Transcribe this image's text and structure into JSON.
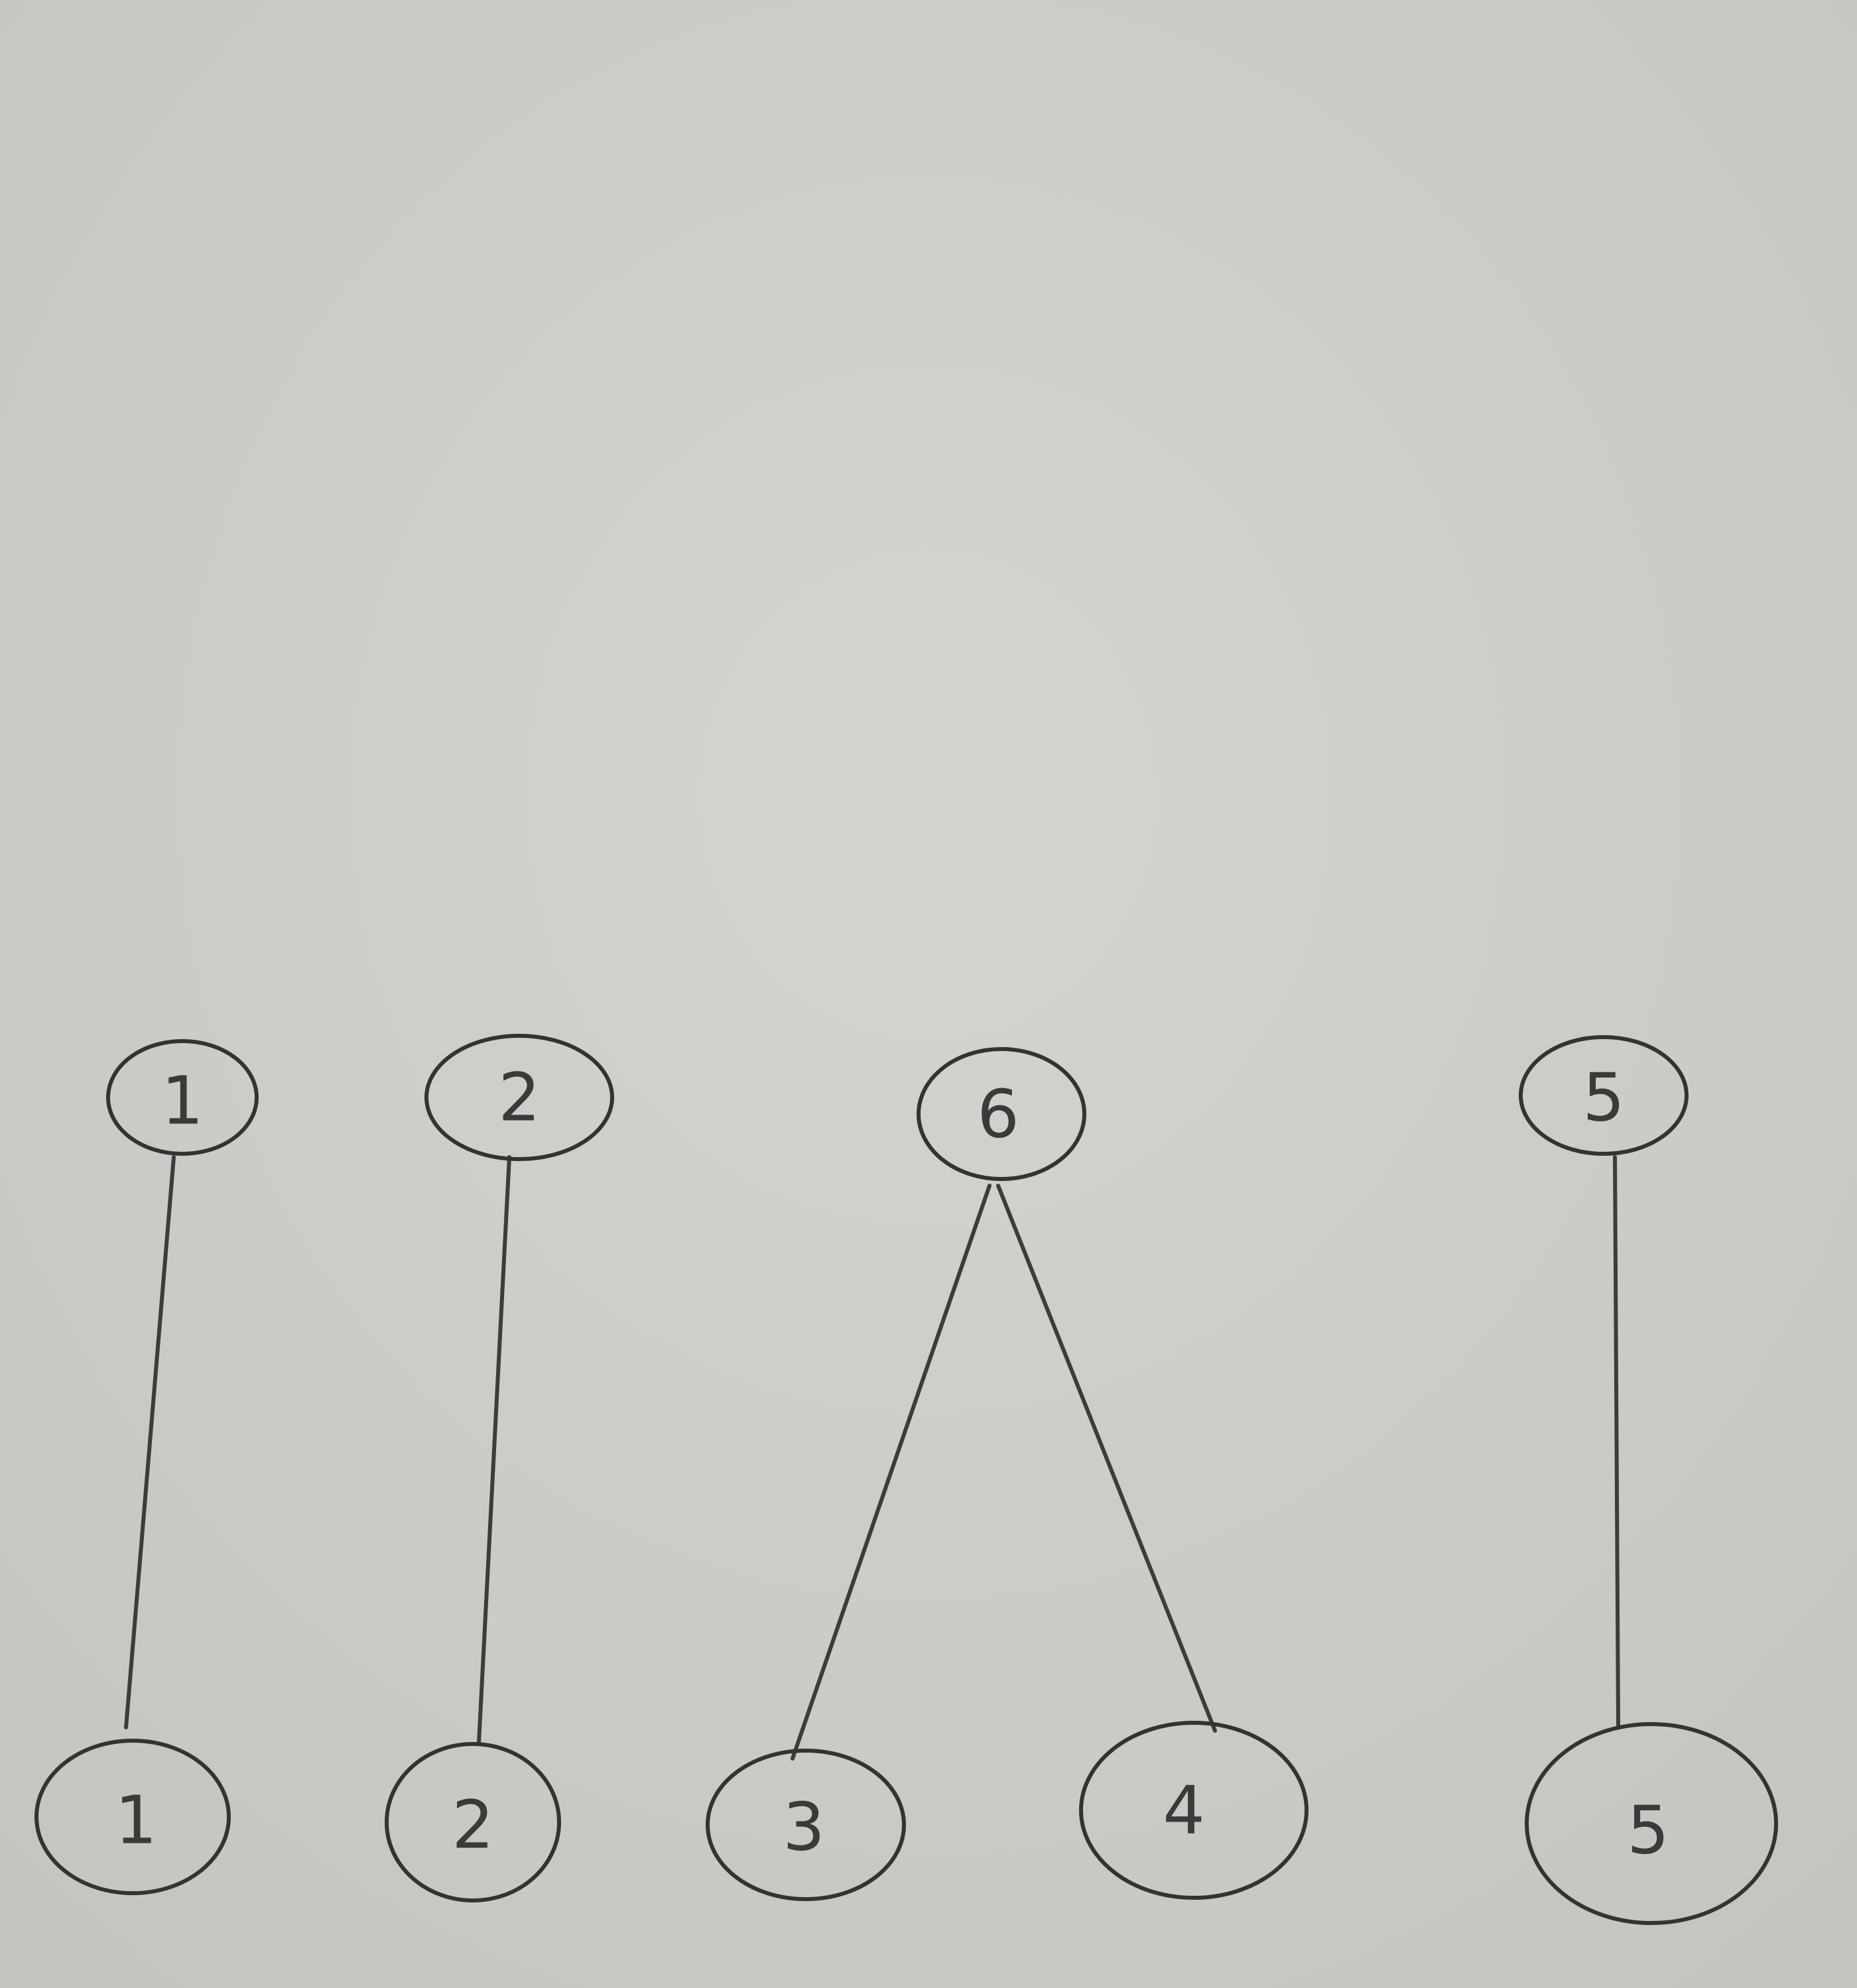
{
  "diagram": {
    "top_nodes": [
      {
        "id": "top-1",
        "label": "1"
      },
      {
        "id": "top-2",
        "label": "2"
      },
      {
        "id": "top-6",
        "label": "6"
      },
      {
        "id": "top-5",
        "label": "5"
      }
    ],
    "bottom_nodes": [
      {
        "id": "bottom-1",
        "label": "1"
      },
      {
        "id": "bottom-2",
        "label": "2"
      },
      {
        "id": "bottom-3",
        "label": "3"
      },
      {
        "id": "bottom-4",
        "label": "4"
      },
      {
        "id": "bottom-5",
        "label": "5"
      }
    ],
    "edges": [
      {
        "from": "bottom-1",
        "to": "top-1"
      },
      {
        "from": "bottom-2",
        "to": "top-2"
      },
      {
        "from": "bottom-3",
        "to": "top-6"
      },
      {
        "from": "bottom-4",
        "to": "top-6"
      },
      {
        "from": "bottom-5",
        "to": "top-5"
      }
    ]
  }
}
